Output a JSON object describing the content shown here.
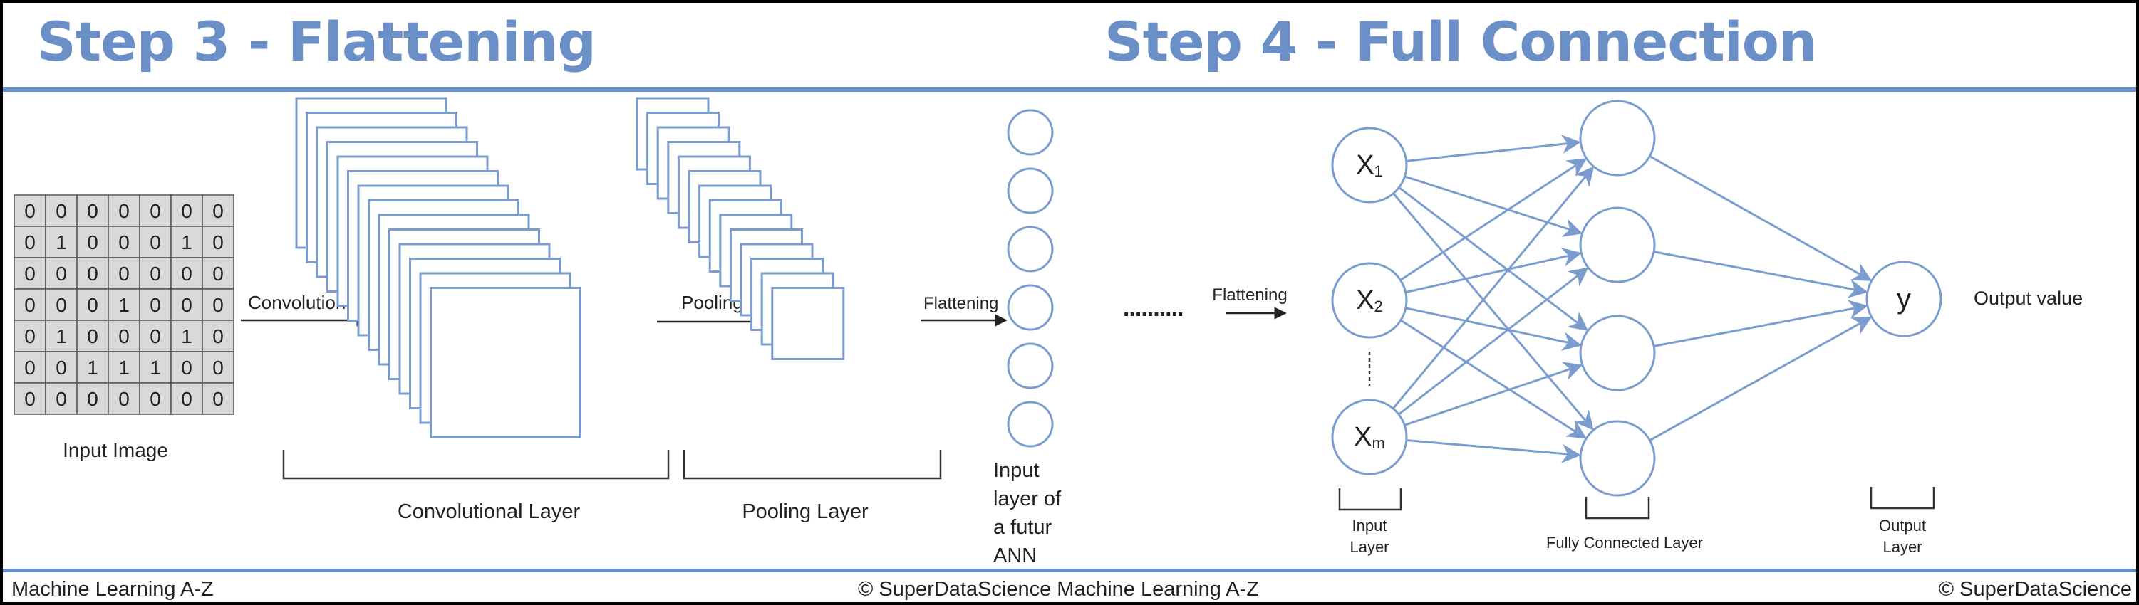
{
  "titles": {
    "left": "Step 3 - Flattening",
    "right": "Step 4 - Full Connection"
  },
  "flattening": {
    "input_matrix": [
      [
        0,
        0,
        0,
        0,
        0,
        0,
        0
      ],
      [
        0,
        1,
        0,
        0,
        0,
        1,
        0
      ],
      [
        0,
        0,
        0,
        0,
        0,
        0,
        0
      ],
      [
        0,
        0,
        0,
        1,
        0,
        0,
        0
      ],
      [
        0,
        1,
        0,
        0,
        0,
        1,
        0
      ],
      [
        0,
        0,
        1,
        1,
        1,
        0,
        0
      ],
      [
        0,
        0,
        0,
        0,
        0,
        0,
        0
      ]
    ],
    "input_label": "Input Image",
    "convolution_label": "Convolution",
    "pooling_label": "Pooling",
    "flattening_label": "Flattening",
    "conv_layer_label": "Convolutional Layer",
    "pool_layer_label": "Pooling Layer",
    "ann_input_label": [
      "Input",
      "layer of",
      "a futur",
      "ANN"
    ]
  },
  "full_connection": {
    "dots": "..........",
    "flattening_label": "Flattening",
    "inputs": [
      {
        "main": "X",
        "sub": "1"
      },
      {
        "main": "X",
        "sub": "2"
      },
      {
        "main": "X",
        "sub": "m"
      }
    ],
    "output": "y",
    "output_value_label": "Output value",
    "input_layer_label": [
      "Input",
      "Layer"
    ],
    "hidden_layer_label": "Fully Connected Layer",
    "output_layer_label": [
      "Output",
      "Layer"
    ]
  },
  "footer": {
    "left": "Machine Learning A-Z",
    "center": "© SuperDataScience  Machine Learning A-Z",
    "right": "© SuperDataScience"
  },
  "colors": {
    "accent": "#6b8fc7",
    "line": "#7a9ccf",
    "grid_fill": "#d9d9d9"
  }
}
